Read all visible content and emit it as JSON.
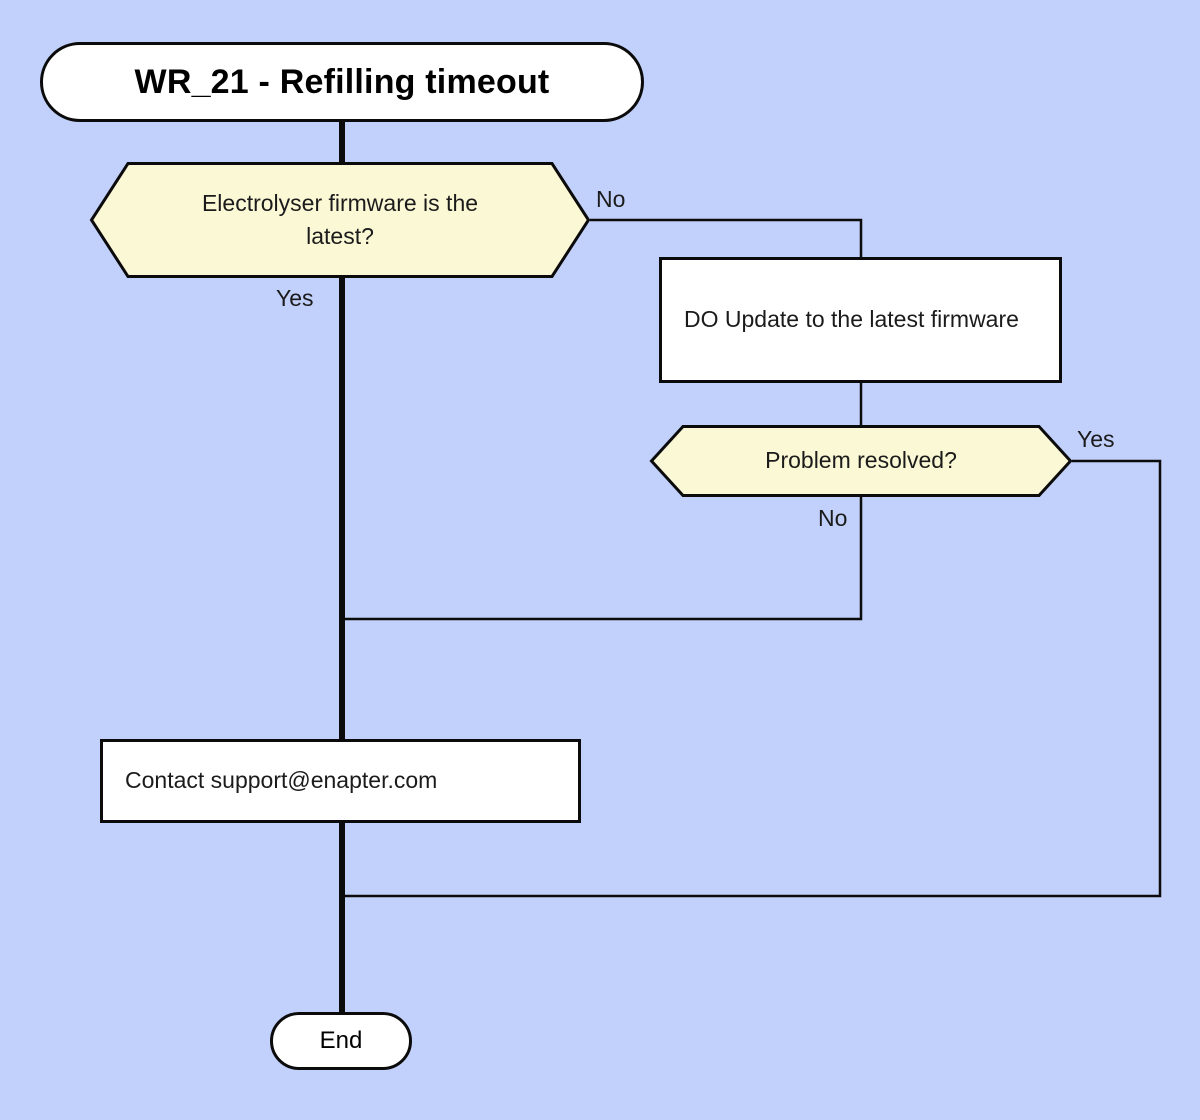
{
  "diagram": {
    "title": "WR_21 - Refilling timeout",
    "background_color": "#c2d1fb",
    "decision_fill": "#fbf8d5",
    "process_fill": "#ffffff",
    "line_color": "#0b0b0b",
    "nodes": {
      "start": {
        "label": "WR_21 - Refilling timeout",
        "shape": "terminator"
      },
      "decision_firmware": {
        "label": "Electrolyser firmware is the\nlatest?",
        "shape": "decision"
      },
      "process_update": {
        "label": "DO Update to the latest firmware",
        "shape": "process"
      },
      "decision_resolved": {
        "label": "Problem resolved?",
        "shape": "decision"
      },
      "process_support": {
        "label": "Contact support@enapter.com",
        "shape": "process"
      },
      "end": {
        "label": "End",
        "shape": "terminator"
      }
    },
    "edge_labels": {
      "firmware_no": "No",
      "firmware_yes": "Yes",
      "resolved_yes": "Yes",
      "resolved_no": "No"
    }
  }
}
